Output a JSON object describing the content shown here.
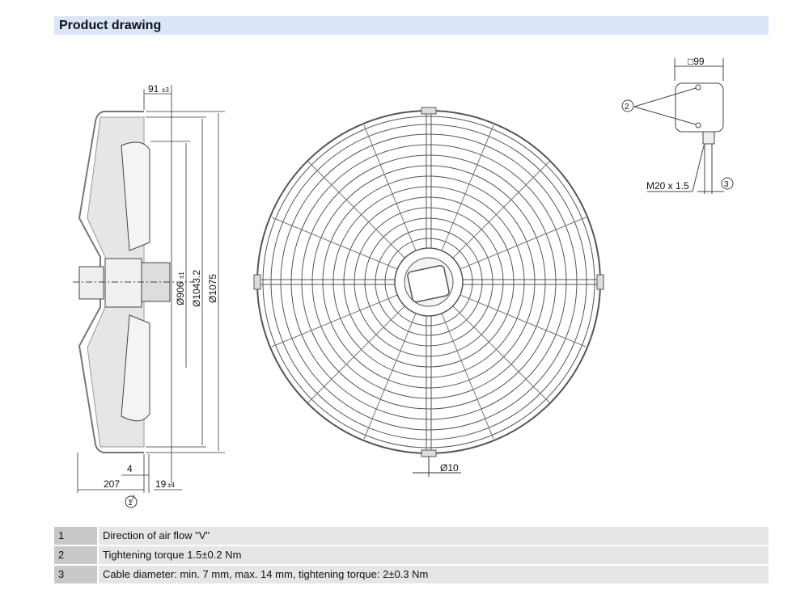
{
  "header": {
    "title": "Product drawing"
  },
  "drawing": {
    "side_view": {
      "dim_91": "91",
      "tol_91": "±3",
      "dim_906": "Ø906",
      "tol_906": "±1",
      "dim_1043": "Ø1043.2",
      "dim_1075": "Ø1075",
      "dim_4": "4",
      "dim_207": "207",
      "dim_19": "19",
      "tol_19": "±4",
      "callout": "1"
    },
    "front_view": {
      "dim_10": "Ø10"
    },
    "terminal_box": {
      "dim_99": "□99",
      "callout_2": "2",
      "thread": "M20 x 1.5",
      "callout_3": "3"
    }
  },
  "legend": [
    {
      "num": "1",
      "text": "Direction of air flow \"V\""
    },
    {
      "num": "2",
      "text": "Tightening torque 1.5±0.2 Nm"
    },
    {
      "num": "3",
      "text": "Cable diameter: min. 7 mm, max. 14 mm, tightening torque: 2±0.3 Nm"
    }
  ]
}
